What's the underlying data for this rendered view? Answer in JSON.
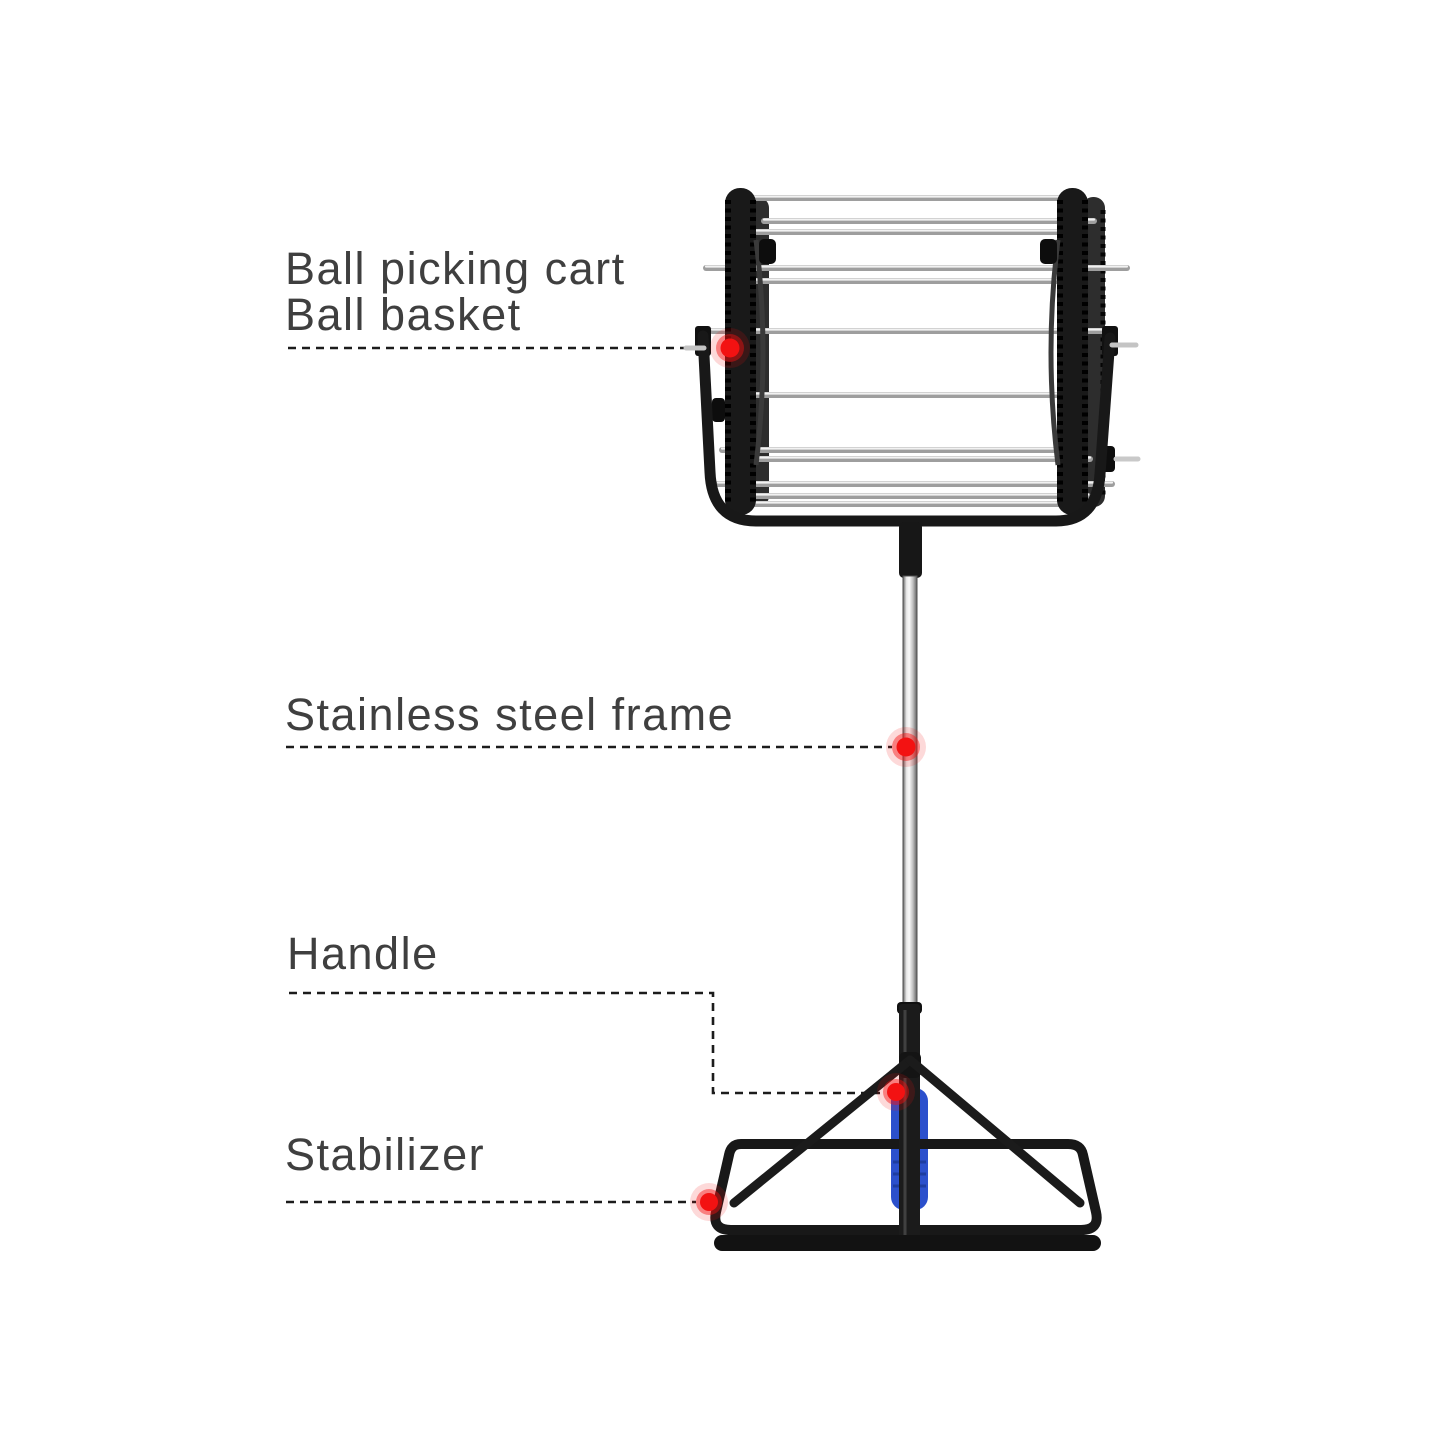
{
  "page": {
    "background": "#ffffff"
  },
  "annotations": [
    {
      "id": "ball-basket",
      "lines": [
        "Ball picking cart",
        "Ball basket"
      ]
    },
    {
      "id": "steel-frame",
      "lines": [
        "Stainless steel frame"
      ]
    },
    {
      "id": "handle",
      "lines": [
        "Handle"
      ]
    },
    {
      "id": "stabilizer",
      "lines": [
        "Stabilizer"
      ]
    }
  ],
  "markers": [
    {
      "id": "marker-ball-basket"
    },
    {
      "id": "marker-steel-frame"
    },
    {
      "id": "marker-handle"
    },
    {
      "id": "marker-stabilizer"
    }
  ],
  "colors": {
    "label_text": "#3f3f3f",
    "leader_line": "#1c1c1c",
    "marker_red": "#f31212",
    "handle_blue": "#2b50cc",
    "frame_black": "#181818",
    "steel_mid": "#b5b5b5",
    "steel_highlight": "#f2f2f2"
  }
}
